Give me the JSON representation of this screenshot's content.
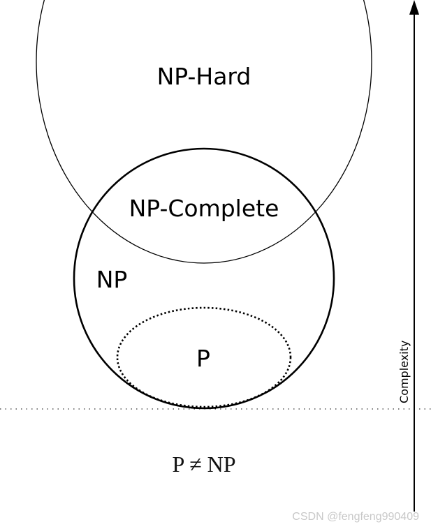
{
  "diagram": {
    "labels": {
      "np_hard": "NP-Hard",
      "np_complete": "NP-Complete",
      "np": "NP",
      "p": "P",
      "relation": "P ≠ NP"
    },
    "axis": {
      "label": "Complexity"
    },
    "watermark": "CSDN @fengfeng990409"
  }
}
